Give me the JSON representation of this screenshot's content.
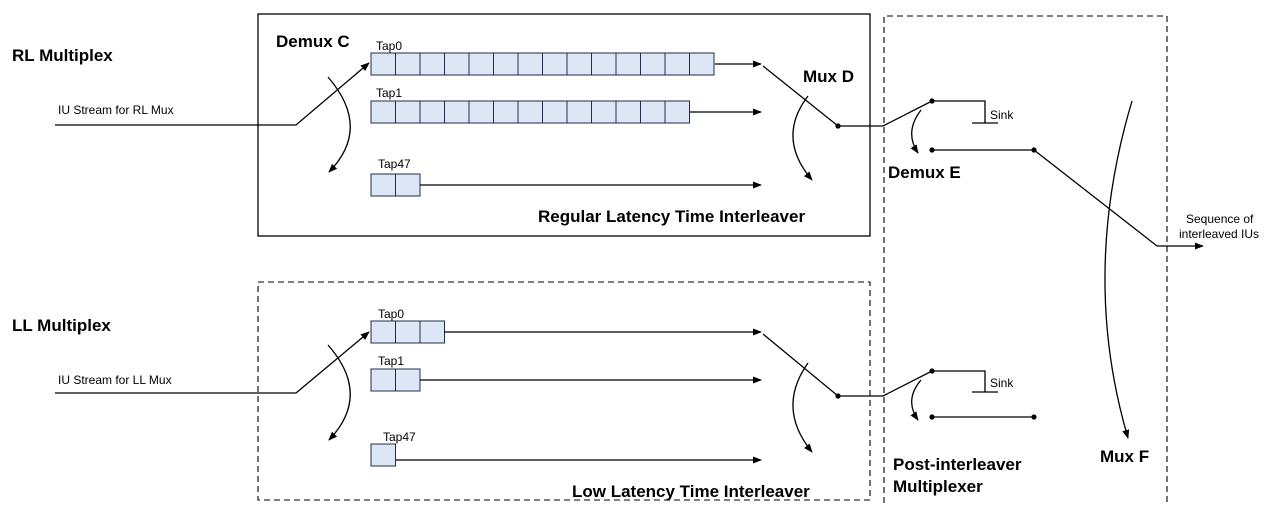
{
  "rl": {
    "title": "RL Multiplex",
    "input": "IU Stream for RL Mux",
    "demux": "Demux C",
    "mux": "Mux D",
    "taps": [
      {
        "label": "Tap0",
        "cells": 14
      },
      {
        "label": "Tap1",
        "cells": 13
      },
      {
        "label": "Tap47",
        "cells": 2
      }
    ],
    "interleaver": "Regular Latency Time Interleaver"
  },
  "ll": {
    "title": "LL Multiplex",
    "input": "IU Stream for LL Mux",
    "taps": [
      {
        "label": "Tap0",
        "cells": 3
      },
      {
        "label": "Tap1",
        "cells": 2
      },
      {
        "label": "Tap47",
        "cells": 1
      }
    ],
    "interleaver": "Low Latency Time Interleaver"
  },
  "post": {
    "demux": "Demux E",
    "sink_top": "Sink",
    "sink_bottom": "Sink",
    "title_line1": "Post-interleaver",
    "title_line2": "Multiplexer"
  },
  "mux_f": "Mux F",
  "output": {
    "line1": "Sequence of",
    "line2": "interleaved IUs"
  }
}
